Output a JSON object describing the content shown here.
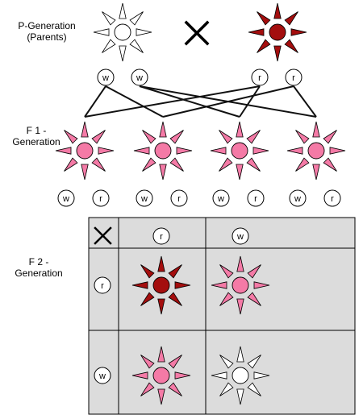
{
  "labels": {
    "p_generation": "P-Generation",
    "p_generation_sub": "(Parents)",
    "f1": "F 1 -",
    "f1_sub": "Generation",
    "f2": "F 2 -",
    "f2_sub": "Generation"
  },
  "alleles": {
    "white": "w",
    "red": "r"
  },
  "colors": {
    "white_fill": "#ffffff",
    "red_fill": "#a40e0e",
    "pink_fill": "#f47aa6",
    "outline": "#000000",
    "punnett_bg": "#dcdcdc",
    "line": "#111111"
  },
  "parents": [
    {
      "phenotype": "white",
      "alleles": [
        "w",
        "w"
      ]
    },
    {
      "phenotype": "red",
      "alleles": [
        "r",
        "r"
      ]
    }
  ],
  "f1_offspring": [
    {
      "phenotype": "pink",
      "alleles": [
        "w",
        "r"
      ]
    },
    {
      "phenotype": "pink",
      "alleles": [
        "w",
        "r"
      ]
    },
    {
      "phenotype": "pink",
      "alleles": [
        "w",
        "r"
      ]
    },
    {
      "phenotype": "pink",
      "alleles": [
        "w",
        "r"
      ]
    }
  ],
  "punnett": {
    "column_headers": [
      "r",
      "w"
    ],
    "row_headers": [
      "r",
      "w"
    ],
    "cells": [
      [
        "red",
        "pink"
      ],
      [
        "pink",
        "white"
      ]
    ]
  },
  "icons": {
    "cross": "cross-icon"
  }
}
